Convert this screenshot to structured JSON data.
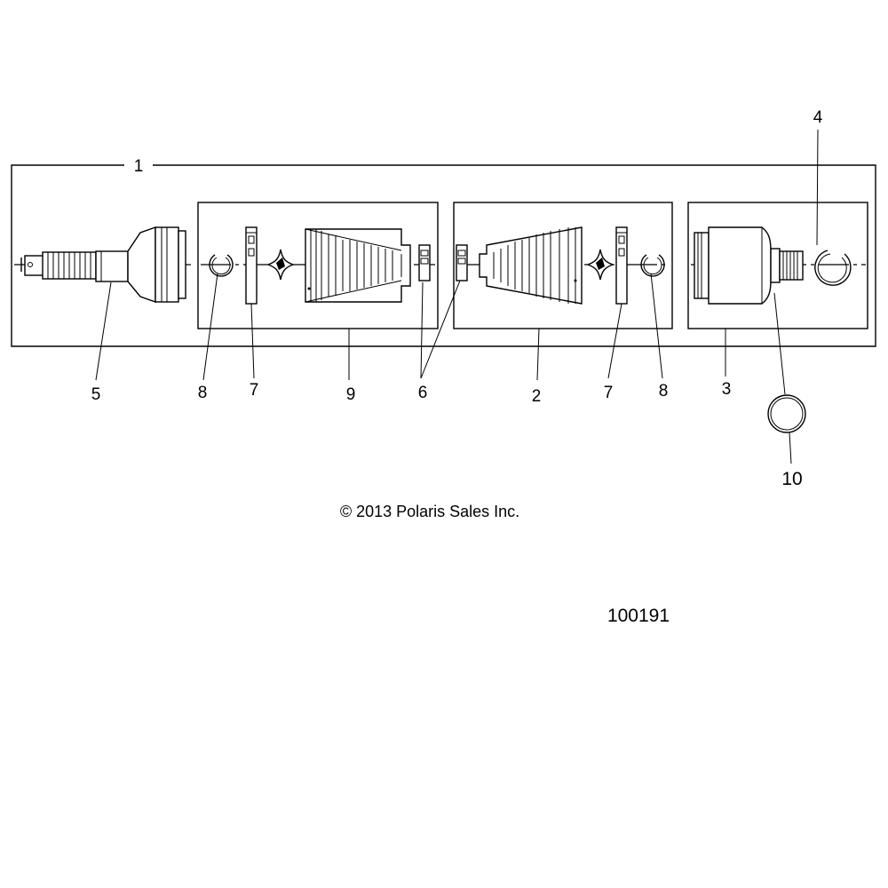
{
  "callouts": {
    "c1": "1",
    "c2": "2",
    "c3": "3",
    "c4": "4",
    "c5": "5",
    "c6": "6",
    "c7a": "7",
    "c7b": "7",
    "c8a": "8",
    "c8b": "8",
    "c9": "9",
    "c10": "10"
  },
  "copyright": "© 2013 Polaris Sales Inc.",
  "figure_number": "100191"
}
